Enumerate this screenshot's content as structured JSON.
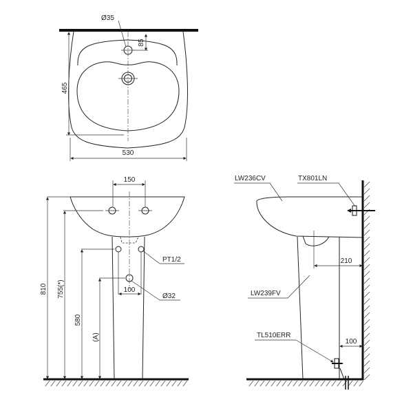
{
  "top_view": {
    "hole_diameter": "Ø35",
    "hole_offset": "85",
    "depth": "465",
    "width": "530"
  },
  "front_view": {
    "faucet_spacing": "150",
    "total_height": "810",
    "rim_height": "755(*)",
    "supply_height": "580",
    "drain_height": "(A)",
    "supply_spacing": "100",
    "supply_thread": "PT1/2",
    "drain_diameter": "Ø32"
  },
  "side_view": {
    "basin_model": "LW236CV",
    "bracket_model": "TX801LN",
    "pedestal_model": "LW239FV",
    "valve_model": "TL510ERR",
    "basin_wall_offset": "210",
    "valve_wall_offset": "100"
  },
  "colors": {
    "line": "#222222",
    "background": "#ffffff"
  }
}
